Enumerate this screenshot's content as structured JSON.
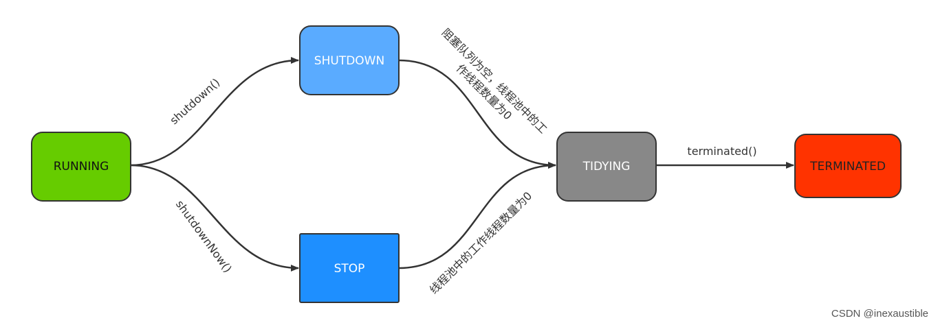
{
  "nodes": {
    "running": {
      "label": "RUNNING",
      "color": "#66cc00"
    },
    "shutdown": {
      "label": "SHUTDOWN",
      "color": "#5aabff"
    },
    "stop": {
      "label": "STOP",
      "color": "#1e8fff"
    },
    "tidying": {
      "label": "TIDYING",
      "color": "#888888"
    },
    "terminated": {
      "label": "TERMINATED",
      "color": "#ff3300"
    }
  },
  "edges": {
    "shutdown": "shutdown()",
    "shutdown_now": "shutdownNow()",
    "shutdown_to_tidying_line1": "阻塞队列为空，线程池中的工",
    "shutdown_to_tidying_line2": "作线程数量为0",
    "stop_to_tidying": "线程池中的工作线程数量为0",
    "terminated": "terminated()"
  },
  "watermark": "CSDN @inexaustible"
}
